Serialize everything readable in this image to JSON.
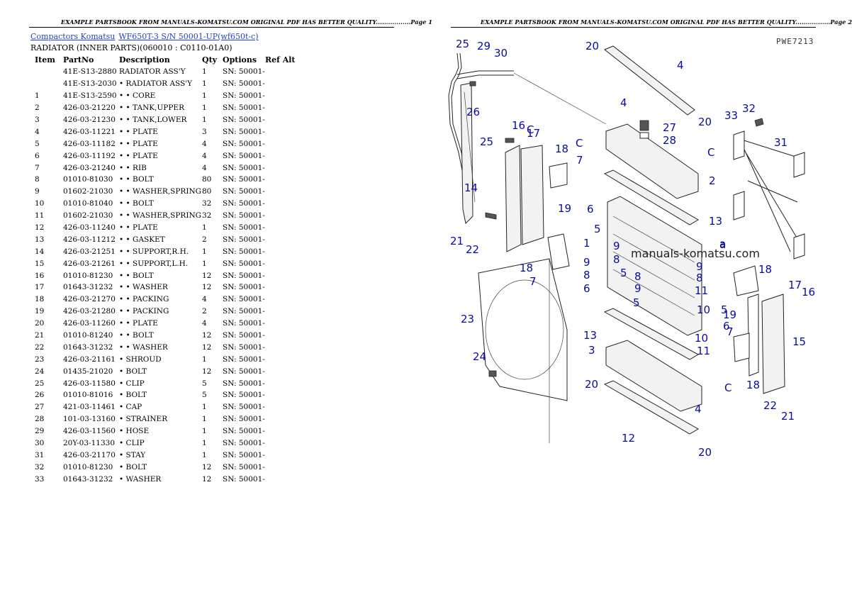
{
  "page1": {
    "header": "EXAMPLE PARTSBOOK FROM MANUALS-KOMATSU.COM ORIGINAL PDF HAS BETTER QUALITY.................Page 1",
    "breadcrumb": {
      "link1": "Compactors Komatsu",
      "link2": "WF650T-3 S/N 50001-UP(wf650t-c)"
    },
    "subtitle": "RADIATOR (INNER PARTS)(060010 : C0110-01A0)",
    "columns": [
      "Item",
      "PartNo",
      "Description",
      "Qty",
      "Options",
      "Ref Alt"
    ],
    "rows": [
      {
        "item": "",
        "part": "41E-S13-2880",
        "desc": "RADIATOR ASS'Y",
        "qty": "1",
        "opt": "SN: 50001-"
      },
      {
        "item": "",
        "part": "41E-S13-2030",
        "desc": "• RADIATOR ASS'Y",
        "qty": "1",
        "opt": "SN: 50001-"
      },
      {
        "item": "1",
        "part": "41E-S13-2590",
        "desc": "• • CORE",
        "qty": "1",
        "opt": "SN: 50001-"
      },
      {
        "item": "2",
        "part": "426-03-21220",
        "desc": "• • TANK,UPPER",
        "qty": "1",
        "opt": "SN: 50001-"
      },
      {
        "item": "3",
        "part": "426-03-21230",
        "desc": "• • TANK,LOWER",
        "qty": "1",
        "opt": "SN: 50001-"
      },
      {
        "item": "4",
        "part": "426-03-11221",
        "desc": "• • PLATE",
        "qty": "3",
        "opt": "SN: 50001-"
      },
      {
        "item": "5",
        "part": "426-03-11182",
        "desc": "• • PLATE",
        "qty": "4",
        "opt": "SN: 50001-"
      },
      {
        "item": "6",
        "part": "426-03-11192",
        "desc": "• • PLATE",
        "qty": "4",
        "opt": "SN: 50001-"
      },
      {
        "item": "7",
        "part": "426-03-21240",
        "desc": "• • RIB",
        "qty": "4",
        "opt": "SN: 50001-"
      },
      {
        "item": "8",
        "part": "01010-81030",
        "desc": "• • BOLT",
        "qty": "80",
        "opt": "SN: 50001-"
      },
      {
        "item": "9",
        "part": "01602-21030",
        "desc": "• • WASHER,SPRING",
        "qty": "80",
        "opt": "SN: 50001-"
      },
      {
        "item": "10",
        "part": "01010-81040",
        "desc": "• • BOLT",
        "qty": "32",
        "opt": "SN: 50001-"
      },
      {
        "item": "11",
        "part": "01602-21030",
        "desc": "• • WASHER,SPRING",
        "qty": "32",
        "opt": "SN: 50001-"
      },
      {
        "item": "12",
        "part": "426-03-11240",
        "desc": "• • PLATE",
        "qty": "1",
        "opt": "SN: 50001-"
      },
      {
        "item": "13",
        "part": "426-03-11212",
        "desc": "• • GASKET",
        "qty": "2",
        "opt": "SN: 50001-"
      },
      {
        "item": "14",
        "part": "426-03-21251",
        "desc": "• • SUPPORT,R.H.",
        "qty": "1",
        "opt": "SN: 50001-"
      },
      {
        "item": "15",
        "part": "426-03-21261",
        "desc": "• • SUPPORT,L.H.",
        "qty": "1",
        "opt": "SN: 50001-"
      },
      {
        "item": "16",
        "part": "01010-81230",
        "desc": "• • BOLT",
        "qty": "12",
        "opt": "SN: 50001-"
      },
      {
        "item": "17",
        "part": "01643-31232",
        "desc": "• • WASHER",
        "qty": "12",
        "opt": "SN: 50001-"
      },
      {
        "item": "18",
        "part": "426-03-21270",
        "desc": "• • PACKING",
        "qty": "4",
        "opt": "SN: 50001-"
      },
      {
        "item": "19",
        "part": "426-03-21280",
        "desc": "• • PACKING",
        "qty": "2",
        "opt": "SN: 50001-"
      },
      {
        "item": "20",
        "part": "426-03-11260",
        "desc": "• • PLATE",
        "qty": "4",
        "opt": "SN: 50001-"
      },
      {
        "item": "21",
        "part": "01010-81240",
        "desc": "• • BOLT",
        "qty": "12",
        "opt": "SN: 50001-"
      },
      {
        "item": "22",
        "part": "01643-31232",
        "desc": "• • WASHER",
        "qty": "12",
        "opt": "SN: 50001-"
      },
      {
        "item": "23",
        "part": "426-03-21161",
        "desc": "• SHROUD",
        "qty": "1",
        "opt": "SN: 50001-"
      },
      {
        "item": "24",
        "part": "01435-21020",
        "desc": "• BOLT",
        "qty": "12",
        "opt": "SN: 50001-"
      },
      {
        "item": "25",
        "part": "426-03-11580",
        "desc": "• CLIP",
        "qty": "5",
        "opt": "SN: 50001-"
      },
      {
        "item": "26",
        "part": "01010-81016",
        "desc": "• BOLT",
        "qty": "5",
        "opt": "SN: 50001-"
      },
      {
        "item": "27",
        "part": "421-03-11461",
        "desc": "• CAP",
        "qty": "1",
        "opt": "SN: 50001-"
      },
      {
        "item": "28",
        "part": "101-03-13160",
        "desc": "• STRAINER",
        "qty": "1",
        "opt": "SN: 50001-"
      },
      {
        "item": "29",
        "part": "426-03-11560",
        "desc": "• HOSE",
        "qty": "1",
        "opt": "SN: 50001-"
      },
      {
        "item": "30",
        "part": "20Y-03-11330",
        "desc": "• CLIP",
        "qty": "1",
        "opt": "SN: 50001-"
      },
      {
        "item": "31",
        "part": "426-03-21170",
        "desc": "• STAY",
        "qty": "1",
        "opt": "SN: 50001-"
      },
      {
        "item": "32",
        "part": "01010-81230",
        "desc": "• BOLT",
        "qty": "12",
        "opt": "SN: 50001-"
      },
      {
        "item": "33",
        "part": "01643-31232",
        "desc": "• WASHER",
        "qty": "12",
        "opt": "SN: 50001-"
      }
    ]
  },
  "page2": {
    "header": "EXAMPLE PARTSBOOK FROM MANUALS-KOMATSU.COM ORIGINAL PDF HAS BETTER QUALITY.................Page 2",
    "diagram": {
      "ref_code": "PWE7213",
      "watermark": "manuals-komatsu.com",
      "callouts": [
        "25",
        "29",
        "30",
        "26",
        "25",
        "14",
        "21",
        "22",
        "16",
        "17",
        "18",
        "7",
        "19",
        "18",
        "7",
        "20",
        "4",
        "4",
        "20",
        "27",
        "28",
        "2",
        "6",
        "5",
        "13",
        "1",
        "9",
        "8",
        "9",
        "8",
        "6",
        "5",
        "8",
        "9",
        "5",
        "13",
        "3",
        "20",
        "12",
        "4",
        "20",
        "23",
        "24",
        "33",
        "32",
        "31",
        "a",
        "9",
        "8",
        "11",
        "10",
        "5",
        "6",
        "10",
        "11",
        "C",
        "18",
        "7",
        "19",
        "17",
        "16",
        "15",
        "22",
        "21",
        "18",
        "C",
        "C",
        "C",
        "a"
      ]
    }
  }
}
